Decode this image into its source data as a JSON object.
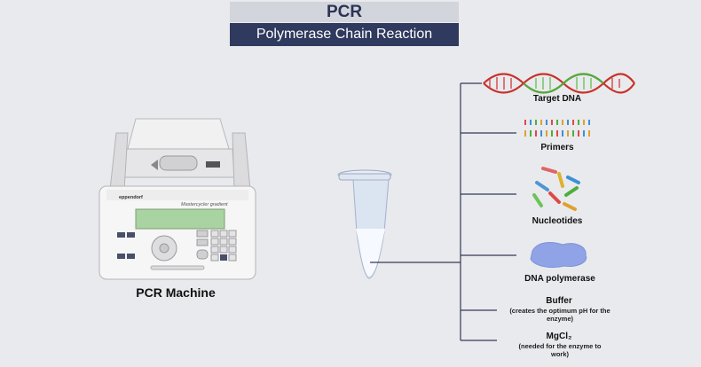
{
  "header": {
    "title": "PCR",
    "subtitle": "Polymerase Chain Reaction"
  },
  "machine": {
    "label": "PCR Machine",
    "brand": "eppendorf",
    "model": "Mastercycler gradient"
  },
  "components": [
    {
      "label": "Target DNA",
      "icon": "dna-double-helix-icon"
    },
    {
      "label": "Primers",
      "icon": "primers-icon"
    },
    {
      "label": "Nucleotides",
      "icon": "nucleotides-icon"
    },
    {
      "label": "DNA polymerase",
      "icon": "polymerase-blob-icon"
    },
    {
      "label": "Buffer",
      "note": "(creates the optimum pH for the enzyme)"
    },
    {
      "label": "MgCl₂",
      "note": "(needed for the enzyme to work)"
    }
  ],
  "colors": {
    "title_bg": "#d3d5dc",
    "subtitle_bg": "#2f3a5e",
    "dna_red": "#c8312b",
    "dna_green": "#4caf3c",
    "polymerase": "#8fa3e6"
  }
}
